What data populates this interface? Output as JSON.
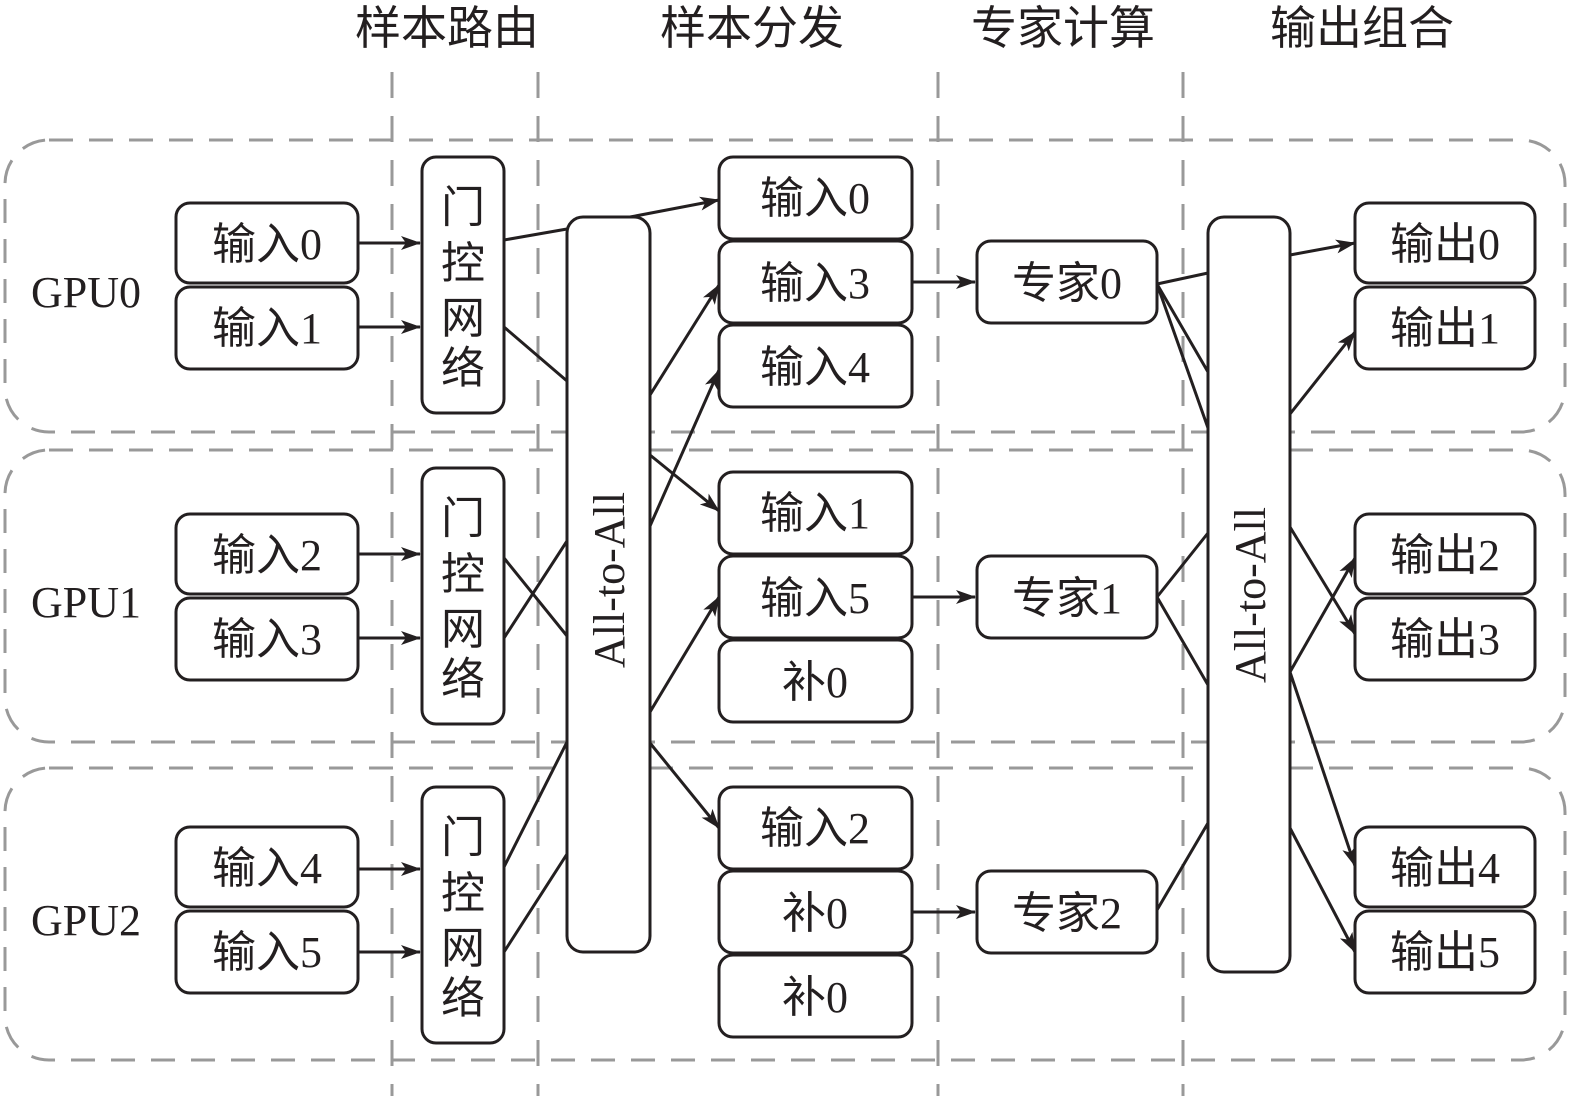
{
  "diagram": {
    "column_headers": [
      "样本路由",
      "样本分发",
      "专家计算",
      "输出组合"
    ],
    "gpus": [
      {
        "label": "GPU0",
        "inputs": [
          "输入0",
          "输入1"
        ],
        "gate": [
          "门",
          "控",
          "网",
          "络"
        ],
        "dispatched": [
          "输入0",
          "输入3",
          "输入4"
        ],
        "expert": "专家0",
        "outputs": [
          "输出0",
          "输出1"
        ]
      },
      {
        "label": "GPU1",
        "inputs": [
          "输入2",
          "输入3"
        ],
        "gate": [
          "门",
          "控",
          "网",
          "络"
        ],
        "dispatched": [
          "输入1",
          "输入5",
          "补0"
        ],
        "expert": "专家1",
        "outputs": [
          "输出2",
          "输出3"
        ]
      },
      {
        "label": "GPU2",
        "inputs": [
          "输入4",
          "输入5"
        ],
        "gate": [
          "门",
          "控",
          "网",
          "络"
        ],
        "dispatched": [
          "输入2",
          "补0",
          "补0"
        ],
        "expert": "专家2",
        "outputs": [
          "输出4",
          "输出5"
        ]
      }
    ],
    "all_to_all_labels": [
      "All-to-All",
      "All-to-All"
    ],
    "routing": [
      {
        "from": "输入0",
        "to_gpu": "GPU0"
      },
      {
        "from": "输入1",
        "to_gpu": "GPU1"
      },
      {
        "from": "输入2",
        "to_gpu": "GPU2"
      },
      {
        "from": "输入3",
        "to_gpu": "GPU0"
      },
      {
        "from": "输入4",
        "to_gpu": "GPU0"
      },
      {
        "from": "输入5",
        "to_gpu": "GPU1"
      }
    ],
    "combine": [
      {
        "from": "专家0",
        "to": "输出0"
      },
      {
        "from": "专家1",
        "to": "输出1"
      },
      {
        "from": "专家2",
        "to": "输出2"
      },
      {
        "from": "专家0",
        "to": "输出3"
      },
      {
        "from": "专家0",
        "to": "输出4"
      },
      {
        "from": "专家1",
        "to": "输出5"
      }
    ]
  }
}
